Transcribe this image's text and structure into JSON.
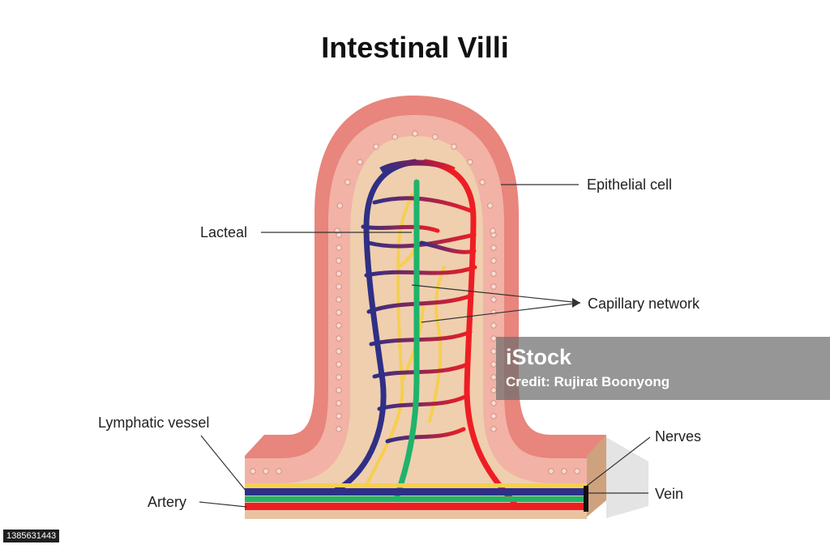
{
  "title": "Intestinal Villi",
  "labels": {
    "epithelial_cell": "Epithelial cell",
    "lacteal": "Lacteal",
    "capillary_network": "Capillary network",
    "lymphatic_vessel": "Lymphatic vessel",
    "nerves": "Nerves",
    "vein": "Vein",
    "artery": "Artery"
  },
  "watermark": {
    "brand": "iStock",
    "credit": "Credit: Rujirat Boonyong"
  },
  "stock_id": "1385631443",
  "colors": {
    "outer_mucosa": "#e8857c",
    "epithelium": "#f2b2a6",
    "lamina_propria": "#efcfae",
    "vein": "#2f2f86",
    "artery": "#ee1d24",
    "lacteal": "#1fb36b",
    "nerve": "#f6cf4f"
  }
}
